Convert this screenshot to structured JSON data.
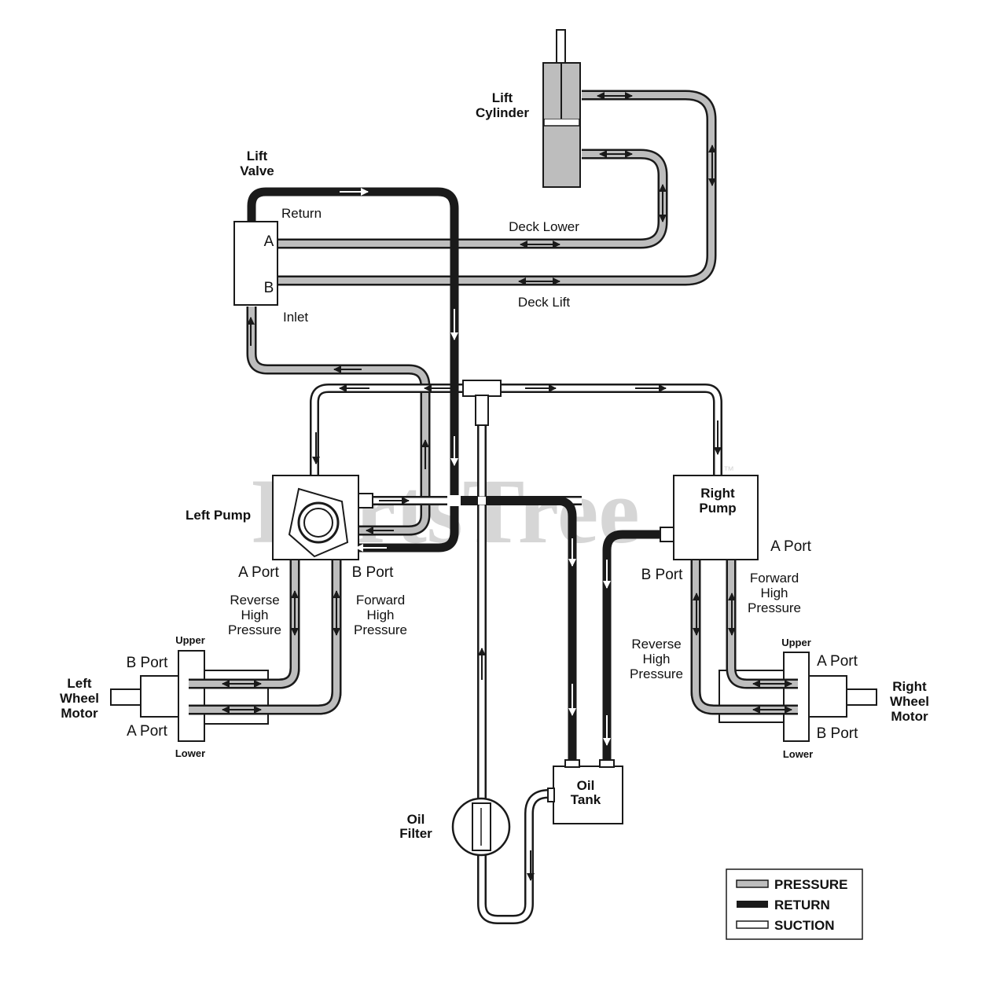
{
  "watermark": {
    "text": "PartsTree",
    "trademark": "™"
  },
  "colors": {
    "pressure": "#bdbdbd",
    "return": "#1a1a1a",
    "suction": "#ffffff",
    "outline": "#1a1a1a"
  },
  "components": {
    "lift_cylinder": {
      "line1": "Lift",
      "line2": "Cylinder"
    },
    "lift_valve": {
      "line1": "Lift",
      "line2": "Valve",
      "port_a": "A",
      "port_b": "B"
    },
    "left_pump": {
      "label": "Left Pump",
      "a_port": "A Port",
      "b_port": "B Port"
    },
    "right_pump": {
      "line1": "Right",
      "line2": "Pump",
      "a_port": "A Port",
      "b_port": "B Port"
    },
    "left_motor": {
      "line1": "Left",
      "line2": "Wheel",
      "line3": "Motor",
      "b_port": "B Port",
      "a_port": "A Port",
      "upper": "Upper",
      "lower": "Lower"
    },
    "right_motor": {
      "line1": "Right",
      "line2": "Wheel",
      "line3": "Motor",
      "a_port": "A Port",
      "b_port": "B Port",
      "upper": "Upper",
      "lower": "Lower"
    },
    "oil_tank": {
      "line1": "Oil",
      "line2": "Tank"
    },
    "oil_filter": {
      "line1": "Oil",
      "line2": "Filter"
    }
  },
  "lines": {
    "return": "Return",
    "inlet": "Inlet",
    "deck_lower": "Deck Lower",
    "deck_lift": "Deck Lift",
    "left_reverse": [
      "Reverse",
      "High",
      "Pressure"
    ],
    "left_forward": [
      "Forward",
      "High",
      "Pressure"
    ],
    "right_forward": [
      "Forward",
      "High",
      "Pressure"
    ],
    "right_reverse": [
      "Reverse",
      "High",
      "Pressure"
    ]
  },
  "legend": {
    "pressure": "PRESSURE",
    "return": "RETURN",
    "suction": "SUCTION"
  }
}
